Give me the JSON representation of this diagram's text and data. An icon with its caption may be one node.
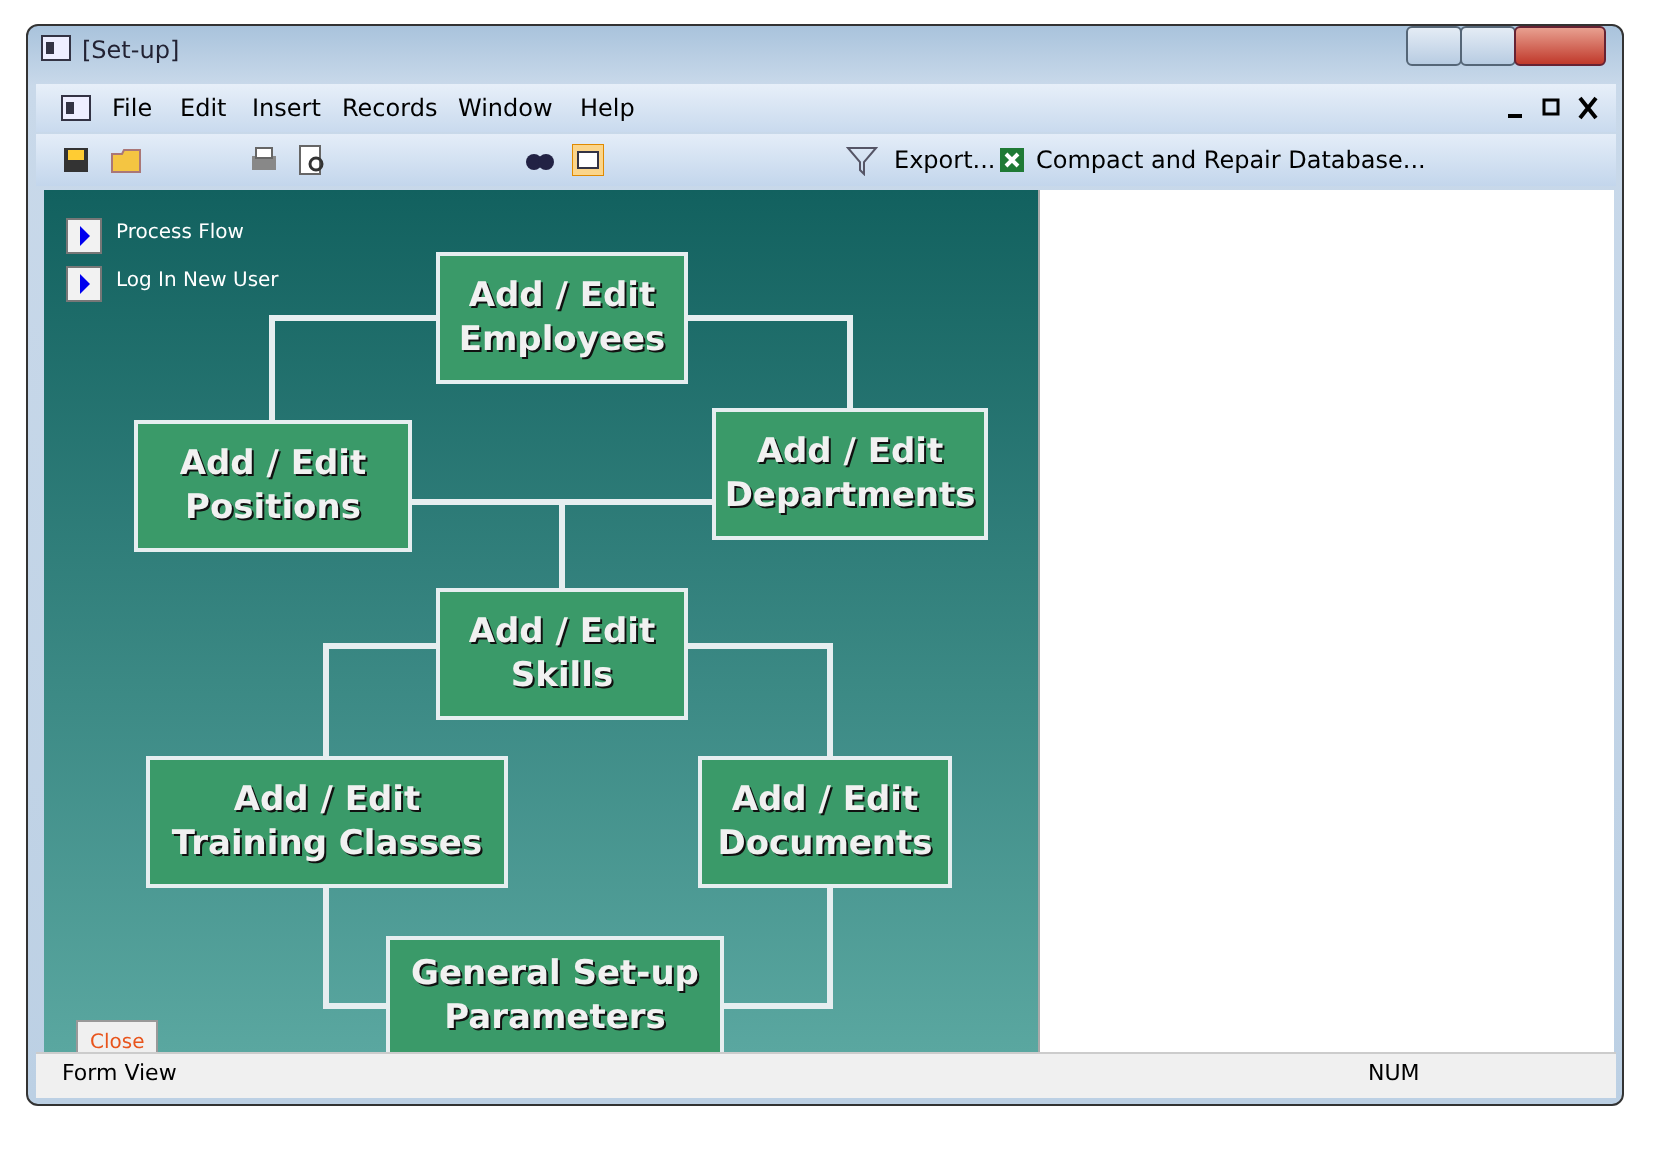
{
  "diagram": {
    "nodes": [
      {
        "text": [
          "Add / Edit Employees"
        ]
      },
      {
        "text": [
          "Add / Edit Positions"
        ]
      },
      {
        "text": [
          "Add / Edit Departments"
        ]
      },
      {
        "text": [
          "Add / Edit Skills"
        ]
      },
      {
        "text": [
          "Add / Edit Training Classes"
        ]
      },
      {
        "text": [
          "Add / Edit Documents"
        ]
      },
      {
        "text": [
          "General Set-up Parameters"
        ]
      }
    ],
    "edges": [
      {
        "from": 0,
        "to": 1,
        "arrow": "none"
      },
      {
        "from": 0,
        "to": 2,
        "arrow": "none"
      },
      {
        "from": 1,
        "to": 3,
        "arrow": "none"
      },
      {
        "from": 2,
        "to": 3,
        "arrow": "none"
      },
      {
        "from": 3,
        "to": 4,
        "arrow": "none"
      },
      {
        "from": 3,
        "to": 5,
        "arrow": "none"
      },
      {
        "from": 4,
        "to": 6,
        "arrow": "none"
      },
      {
        "from": 5,
        "to": 6,
        "arrow": "none"
      }
    ],
    "labels": [
      "[Set-up]",
      "File",
      "Edit",
      "Insert",
      "Records",
      "Window",
      "Help",
      "Export...",
      "Compact and Repair Database...",
      "Process Flow",
      "Log In New User",
      "Close",
      "Form View",
      "NUM"
    ]
  }
}
